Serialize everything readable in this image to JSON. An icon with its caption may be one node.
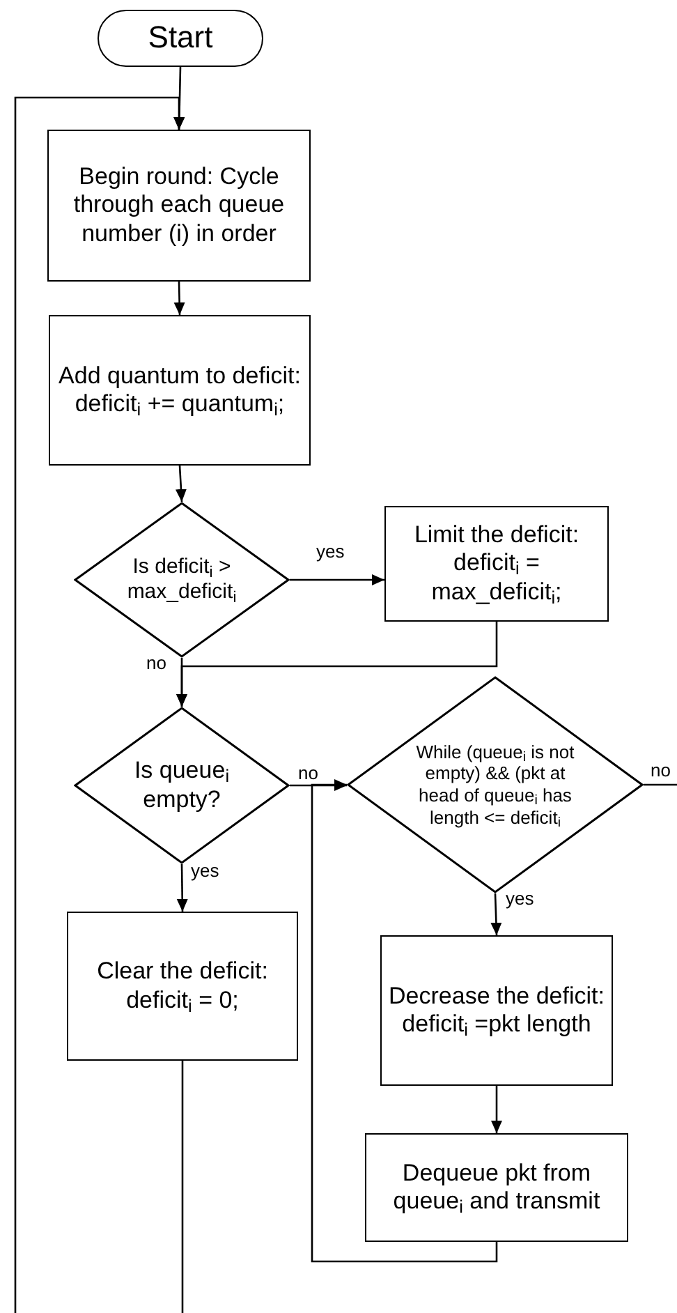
{
  "diagram": {
    "nodes": [
      {
        "text": [
          "Start"
        ]
      },
      {
        "text": [
          "Begin round: Cycle through each queue number (i) in order"
        ]
      },
      {
        "text": [
          "Add quantum to deficit: deficit$_{i}$ += quantum$_{i}$;"
        ]
      },
      {
        "text": [
          "Is deficit$_{i}$ > max_deficit$_{i}$"
        ]
      },
      {
        "text": [
          "Limit the deficit: deficit$_{i}$ = max_deficit$_{i}$;"
        ]
      },
      {
        "text": [
          "Is queue$_{i}$ empty?"
        ]
      },
      {
        "text": [
          "While (queue$_{i}$ is not empty) && (pkt at head of queue$_{i}$ has length <= deficit$_{i}$"
        ]
      },
      {
        "text": [
          "Clear the deficit: deficit$_{i}$ = 0;"
        ]
      },
      {
        "text": [
          "Decrease the deficit: deficit$_{i}$ =pkt length"
        ]
      },
      {
        "text": [
          "Dequeue pkt from queue$_{i}$ and transmit"
        ]
      }
    ],
    "edges": [
      {
        "from": 0,
        "to": 1,
        "arrow": "to"
      },
      {
        "from": 1,
        "to": 2,
        "arrow": "to"
      },
      {
        "from": 2,
        "to": 3,
        "arrow": "to"
      },
      {
        "from": 3,
        "to": 4,
        "arrow": "to",
        "label": "yes"
      },
      {
        "from": 3,
        "to": 5,
        "arrow": "to",
        "label": "no"
      },
      {
        "from": 4,
        "to": 5,
        "arrow": "to"
      },
      {
        "from": 5,
        "to": 6,
        "arrow": "to",
        "label": "no"
      },
      {
        "from": 5,
        "to": 7,
        "arrow": "to",
        "label": "yes"
      },
      {
        "from": 6,
        "to": 8,
        "arrow": "to",
        "label": "yes"
      },
      {
        "from": 8,
        "to": 9,
        "arrow": "to"
      },
      {
        "from": 9,
        "to": 6,
        "arrow": "to"
      },
      {
        "from": 6,
        "to": null,
        "arrow": "none",
        "label": "no"
      },
      {
        "from": 7,
        "to": null,
        "arrow": "none"
      },
      {
        "from": null,
        "to": 1,
        "arrow": "to"
      }
    ]
  }
}
